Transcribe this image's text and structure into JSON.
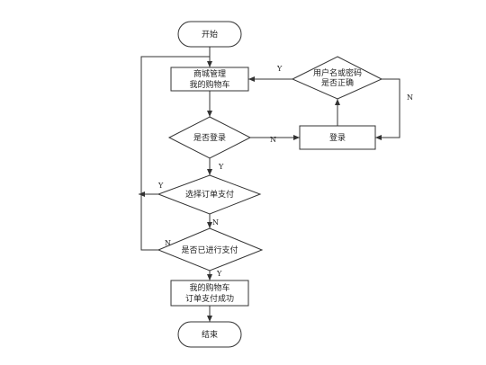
{
  "flowchart": {
    "start": "开始",
    "mall_box": [
      "商城管理",
      "我的购物车"
    ],
    "login_check": "是否登录",
    "login_box": "登录",
    "credentials_check": [
      "用户名或密码",
      "是否正确"
    ],
    "select_pay": "选择订单支付",
    "paid_check": "是否已进行支付",
    "success_box": [
      "我的购物车",
      "订单支付成功"
    ],
    "end": "结束"
  },
  "edge_labels": {
    "login_no": "N",
    "login_yes": "Y",
    "credentials_yes": "Y",
    "credentials_no": "N",
    "select_yes": "Y",
    "select_no": "N",
    "paid_no": "N",
    "paid_yes": "Y"
  }
}
